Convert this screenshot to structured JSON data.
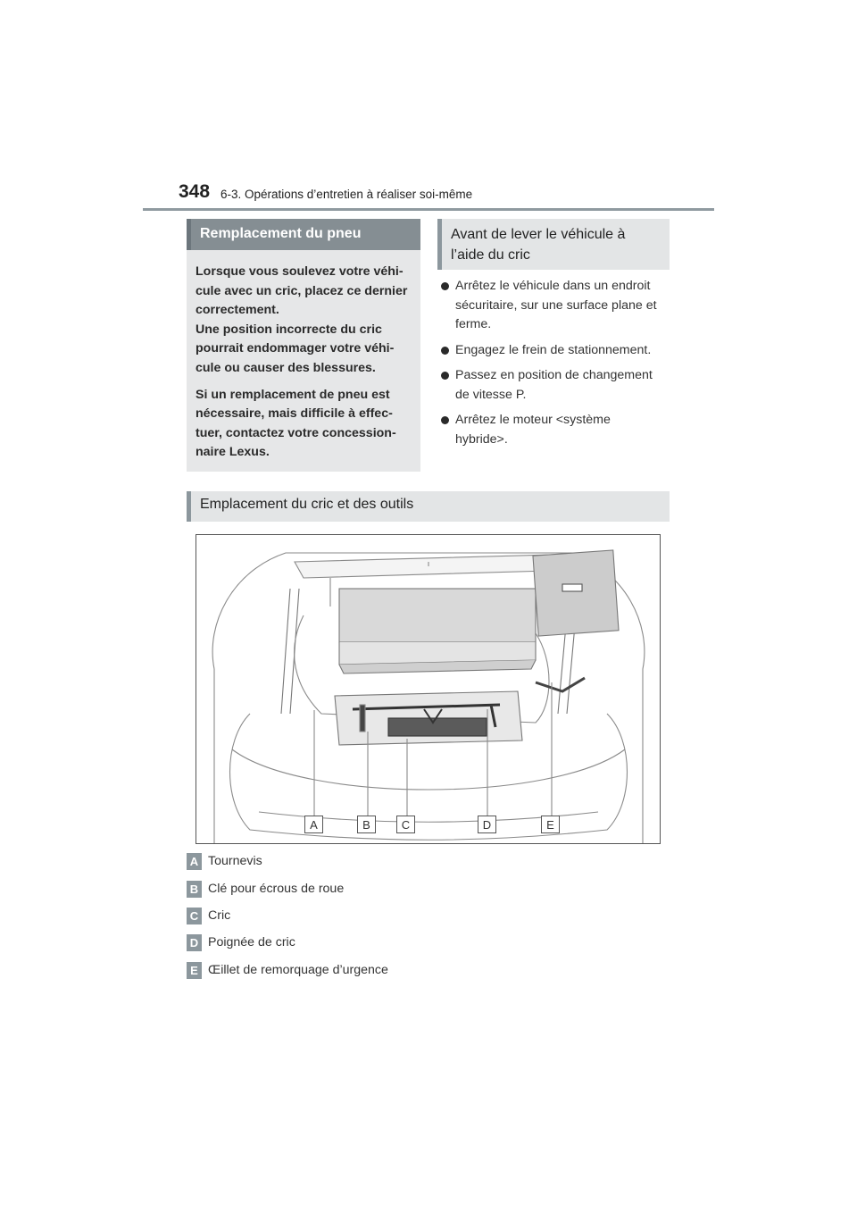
{
  "header": {
    "page_number": "348",
    "section": "6-3. Opérations d’entretien à réaliser soi-même"
  },
  "warning_box": {
    "title": "Remplacement du pneu",
    "paragraph1": "Lorsque vous soulevez votre véhi-cule avec un cric, placez ce dernier correctement.",
    "paragraph1_lines": [
      "Lorsque vous soulevez votre véhi-",
      "cule avec un cric, placez ce dernier",
      "correctement.",
      "Une position incorrecte du cric",
      "pourrait endommager votre véhi-",
      "cule ou causer des blessures."
    ],
    "paragraph2_lines": [
      "Si un remplacement de pneu est",
      "nécessaire, mais difficile à effec-",
      "tuer, contactez votre concession-",
      "naire Lexus."
    ]
  },
  "before_box": {
    "title_lines": [
      "Avant de lever le véhicule à",
      "l’aide du cric"
    ],
    "bullets": [
      [
        "Arrêtez le véhicule dans un endroit",
        "sécuritaire, sur une surface plane et",
        "ferme."
      ],
      [
        "Engagez le frein de stationnement."
      ],
      [
        "Passez en position de changement",
        "de vitesse P."
      ],
      [
        "Arrêtez le moteur <système",
        "hybride>."
      ]
    ]
  },
  "location_section": {
    "title": "Emplacement du cric et des outils"
  },
  "figure": {
    "labels": [
      "A",
      "B",
      "C",
      "D",
      "E"
    ]
  },
  "legend": [
    {
      "key": "A",
      "text": "Tournevis"
    },
    {
      "key": "B",
      "text": "Clé pour écrous de roue"
    },
    {
      "key": "C",
      "text": "Cric"
    },
    {
      "key": "D",
      "text": "Poignée de cric"
    },
    {
      "key": "E",
      "text": "Œillet de remorquage d’urgence"
    }
  ],
  "colors": {
    "header_gray": "#8c979d",
    "box_light": "#e3e5e6",
    "box_dark": "#858e93"
  }
}
